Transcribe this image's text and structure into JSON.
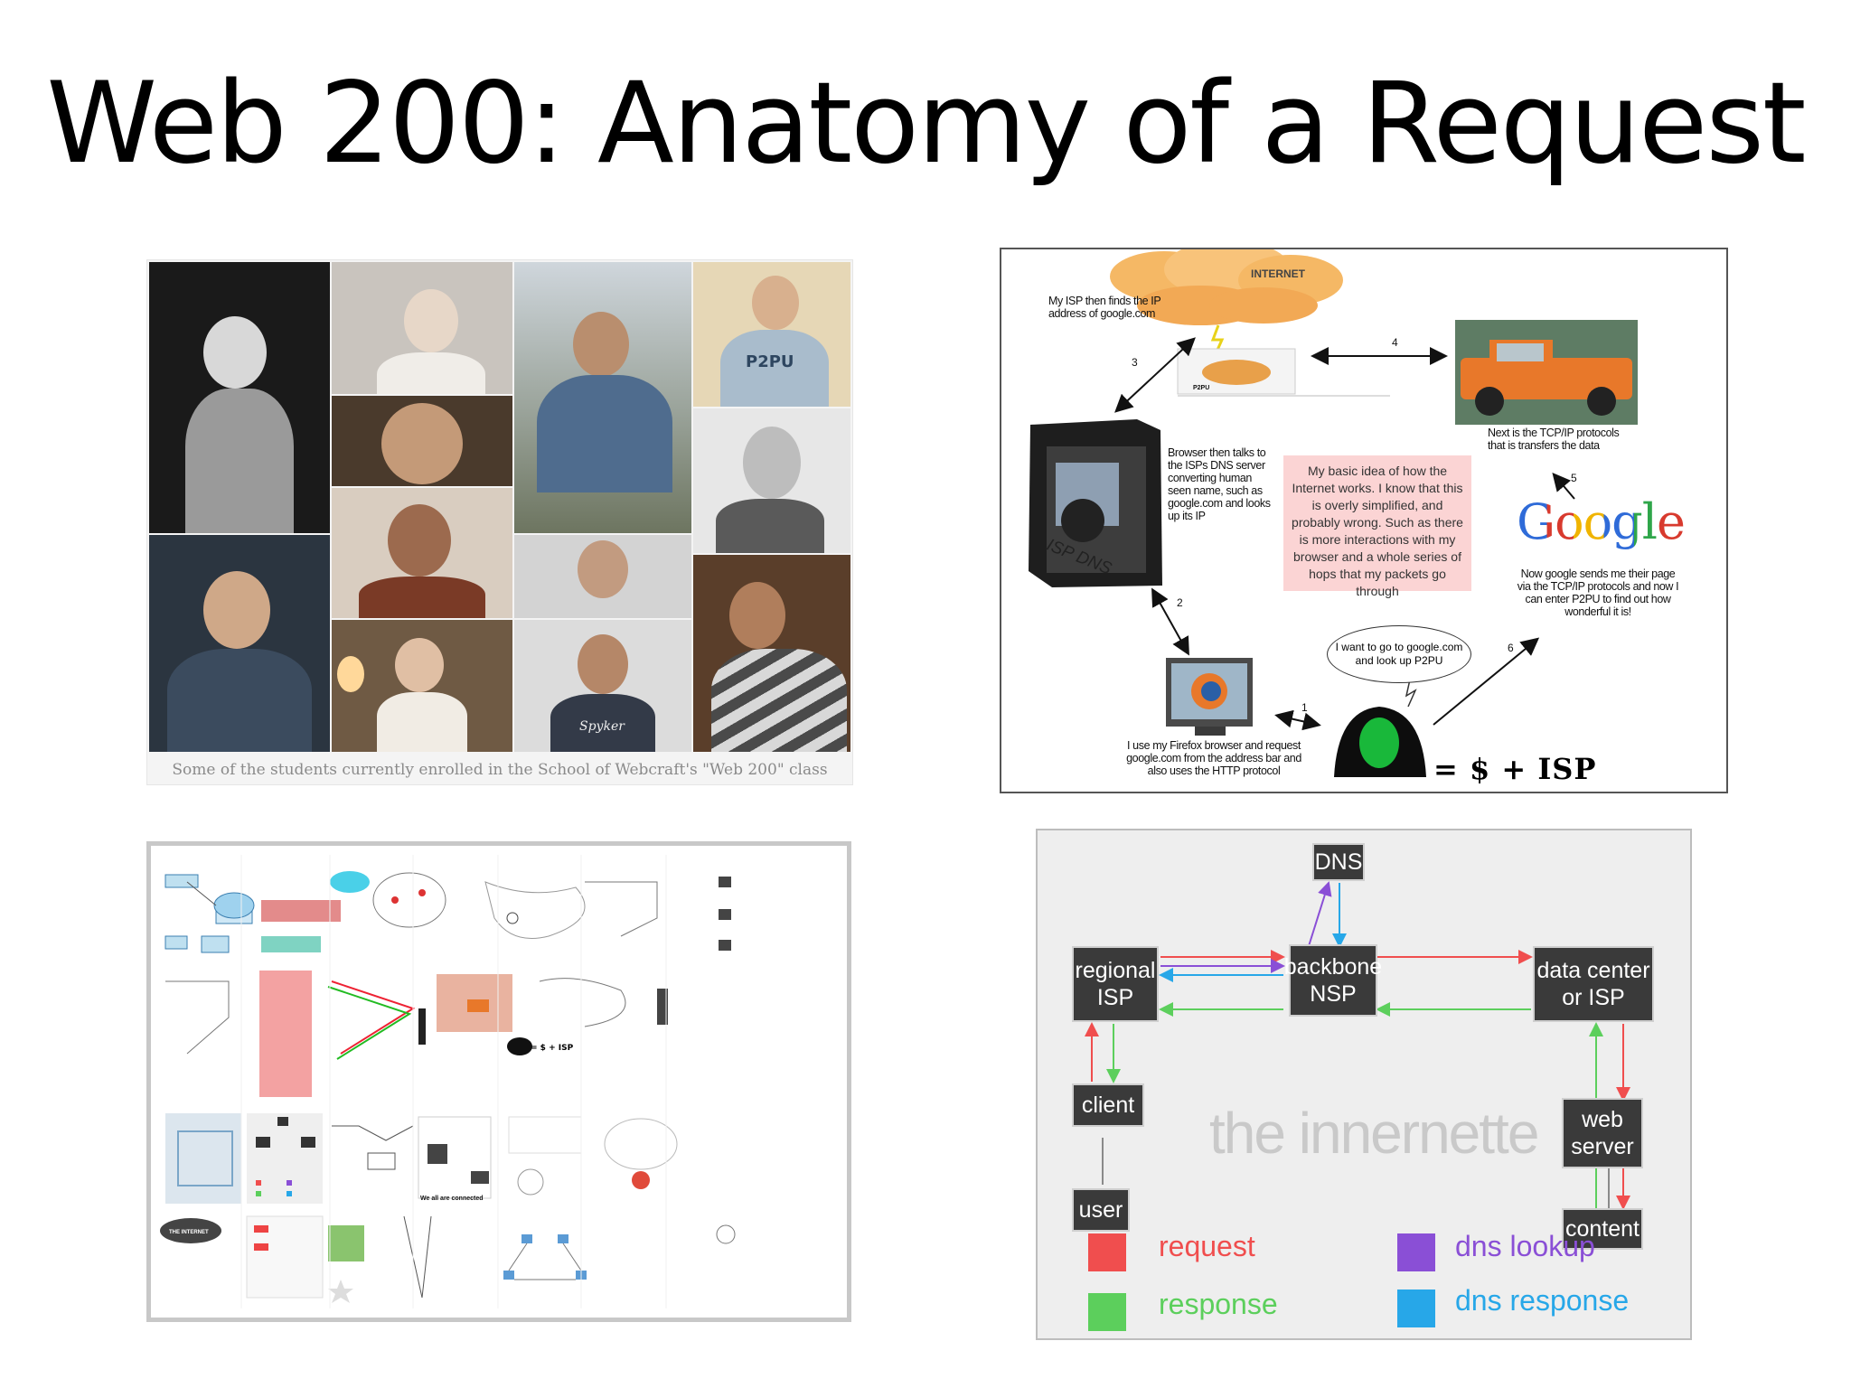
{
  "slide": {
    "title": "Web 200: Anatomy of a Request"
  },
  "collage": {
    "caption": "Some of the students currently enrolled in the School of Webcraft's \"Web 200\" class",
    "shirt_text": "P2PU",
    "shirt_text_2": "Spyker"
  },
  "isp_diagram": {
    "internet_label": "INTERNET",
    "isp_finds_ip": "My ISP then finds the IP address of google.com",
    "browser_talks": "Browser then talks to the ISPs DNS server converting human seen name, such as google.com and looks up its IP",
    "isp_dns_label": "ISP DNS",
    "basic_idea": "My basic idea of how the Internet works. I know that this is overly simplified, and probably wrong. Such as there is more interactions with my browser and a whole series of hops that my packets go through",
    "tcp_ip": "Next is the TCP/IP protocols that is transfers the data",
    "google_logo": "Google",
    "google_sends": "Now google sends me their page via the TCP/IP protocols and now I can enter P2PU to find out how wonderful it is!",
    "speech_bubble": "I want to go to google.com and look up P2PU",
    "firefox_note": "I use my Firefox browser and request google.com from the address bar and also uses the HTTP protocol",
    "equation": "= $ + ISP",
    "steps": [
      "1",
      "2",
      "3",
      "4",
      "5",
      "6"
    ],
    "p2pu_small": "P2PU"
  },
  "thumbnails": {
    "label_internet": "THE INTERNET",
    "label_connected": "We all are connected"
  },
  "innernette": {
    "nodes": {
      "dns": "DNS",
      "regional_isp": "regional ISP",
      "backbone_nsp": "backbone NSP",
      "data_center": "data center or ISP",
      "client": "client",
      "user": "user",
      "web_server": "web server",
      "content": "content"
    },
    "watermark": "the innernette",
    "legend": [
      {
        "label": "request",
        "color": "#f04e4e"
      },
      {
        "label": "response",
        "color": "#5ccf5c"
      },
      {
        "label": "dns lookup",
        "color": "#8a4fd6"
      },
      {
        "label": "dns response",
        "color": "#27a7e8"
      }
    ]
  },
  "colors": {
    "request": "#f04e4e",
    "response": "#5ccf5c",
    "dns_lookup": "#8a4fd6",
    "dns_response": "#27a7e8",
    "pink_note": "#fbd4d4",
    "truck_orange": "#e8782a"
  }
}
